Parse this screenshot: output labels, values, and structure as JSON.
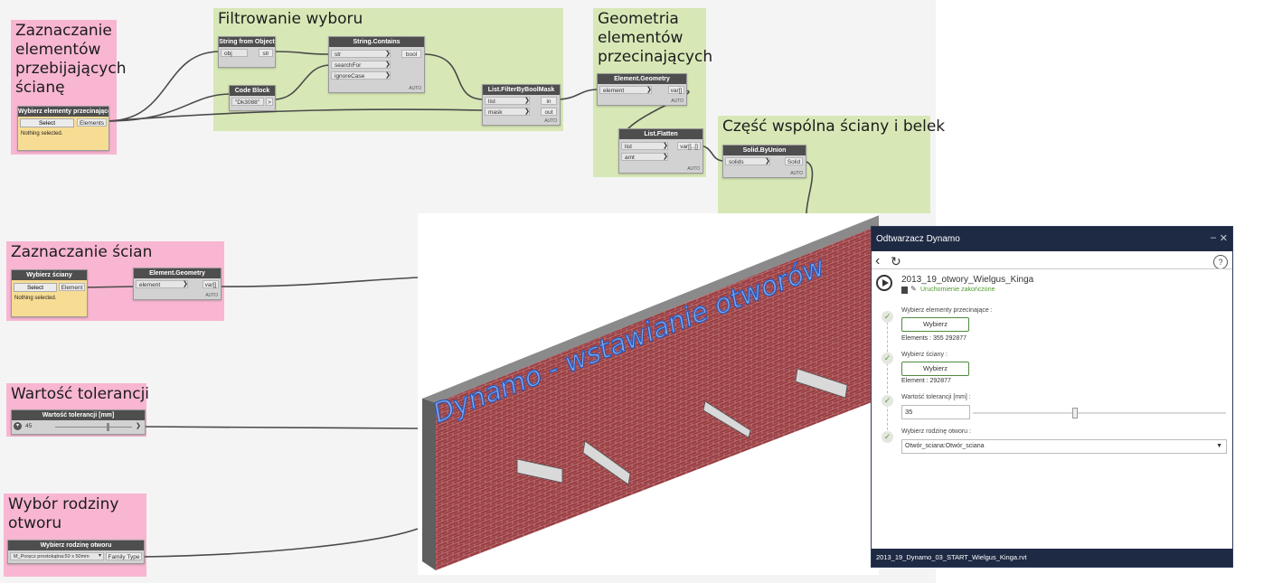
{
  "groups": {
    "select_intersecting": "Zaznaczanie elementów przebijających ścianę",
    "filter_selection": "Filtrowanie wyboru",
    "geometry_intersecting": "Geometria elementów przecinających",
    "common_part": "Część wspólna ściany i belek",
    "select_walls": "Zaznaczanie ścian",
    "tolerance_value": "Wartość tolerancji",
    "family_choice": "Wybór rodziny otworu"
  },
  "nodes": {
    "select_elements": {
      "title": "Wybierz elementy przecinające",
      "select": "Select",
      "output": "Elements",
      "note": "Nothing selected."
    },
    "string_from_object": {
      "title": "String from Object",
      "in": "obj",
      "out": "str"
    },
    "code_block": {
      "title": "Code Block",
      "code": "\"Dk3088\"",
      "out": ">"
    },
    "string_contains": {
      "title": "String.Contains",
      "in1": "str",
      "in2": "searchFor",
      "in3": "ignoreCase",
      "out": "bool"
    },
    "filter_by_bool_mask": {
      "title": "List.FilterByBoolMask",
      "in1": "list",
      "in2": "mask",
      "out1": "in",
      "out2": "out"
    },
    "element_geometry_1": {
      "title": "Element.Geometry",
      "in": "element",
      "out": "var[]"
    },
    "list_flatten": {
      "title": "List.Flatten",
      "in1": "list",
      "in2": "amt",
      "out": "var[]..[]"
    },
    "solid_by_union": {
      "title": "Solid.ByUnion",
      "in": "solids",
      "out": "Solid"
    },
    "select_walls": {
      "title": "Wybierz ściany",
      "select": "Select",
      "output": "Element",
      "note": "Nothing selected."
    },
    "element_geometry_2": {
      "title": "Element.Geometry",
      "in": "element",
      "out": "var[]"
    },
    "tolerance_slider": {
      "title": "Wartość tolerancji [mm]",
      "value": "45"
    },
    "family_types": {
      "title": "Wybierz rodzinę otworu",
      "value": "M_Poręcz prostokątna:50 x 50mm",
      "out": "Family Type"
    },
    "auto_label": "AUTO"
  },
  "viewport": {
    "wall_text": "Dynamo - wstawianie otworów"
  },
  "player": {
    "window_title": "Odtwarzacz Dynamo",
    "script_name": "2013_19_otwory_Wielgus_Kinga",
    "status": "Uruchomienie zakończone",
    "help": "?",
    "steps": [
      {
        "label": "Wybierz elementy przecinające :",
        "button": "Wybierz",
        "info": "Elements : 355 292877"
      },
      {
        "label": "Wybierz ściany :",
        "button": "Wybierz",
        "info": "Element : 292877"
      },
      {
        "label": "Wartość tolerancji [mm] :",
        "value": "35",
        "slider_fraction": 0.4
      },
      {
        "label": "Wybierz rodzinę otworu :",
        "dropdown": "Otwór_sciana:Otwór_sciana"
      }
    ],
    "footer_file": "2013_19_Dynamo_03_START_Wielgus_Kinga.rvt"
  }
}
